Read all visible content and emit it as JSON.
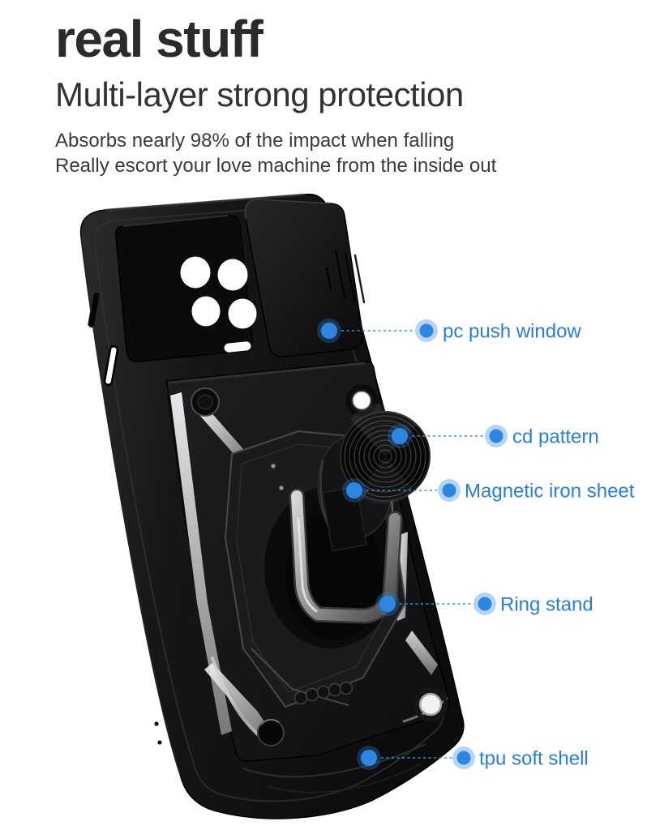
{
  "header": {
    "title": "real stuff",
    "subtitle": "Multi-layer strong protection",
    "description": [
      "Absorbs nearly 98% of the impact when falling",
      "Really escort your love machine from the inside out"
    ]
  },
  "product": {
    "name": "black armor phone case with slide camera cover, cd-pattern magnetic plate and ring kickstand",
    "color_name": "black"
  },
  "callouts": [
    {
      "label": "pc push window"
    },
    {
      "label": "cd pattern"
    },
    {
      "label": "Magnetic iron sheet"
    },
    {
      "label": "Ring stand"
    },
    {
      "label": "tpu soft shell"
    }
  ],
  "icons": {
    "callout_marker": "blue-dot-with-halo"
  },
  "colors": {
    "accent_blue": "#2e86e0",
    "halo_blue": "#8ab6ea",
    "label_text_blue": "#2a7dd6",
    "title_text": "#2b2b2b",
    "body_text": "#3a3a3a",
    "case_black": "#141414",
    "silver_accent": "#d9d9d9",
    "background": "#ffffff"
  }
}
